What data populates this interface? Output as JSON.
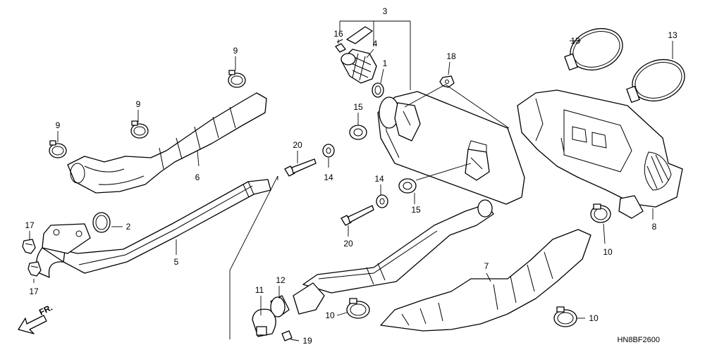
{
  "diagram": {
    "drawing_code": "HN8BF2600",
    "direction_label": "FR.",
    "callouts": [
      "1",
      "2",
      "3",
      "4",
      "5",
      "6",
      "7",
      "8",
      "9",
      "10",
      "11",
      "12",
      "13",
      "14",
      "15",
      "16",
      "17",
      "18",
      "19",
      "20"
    ]
  }
}
